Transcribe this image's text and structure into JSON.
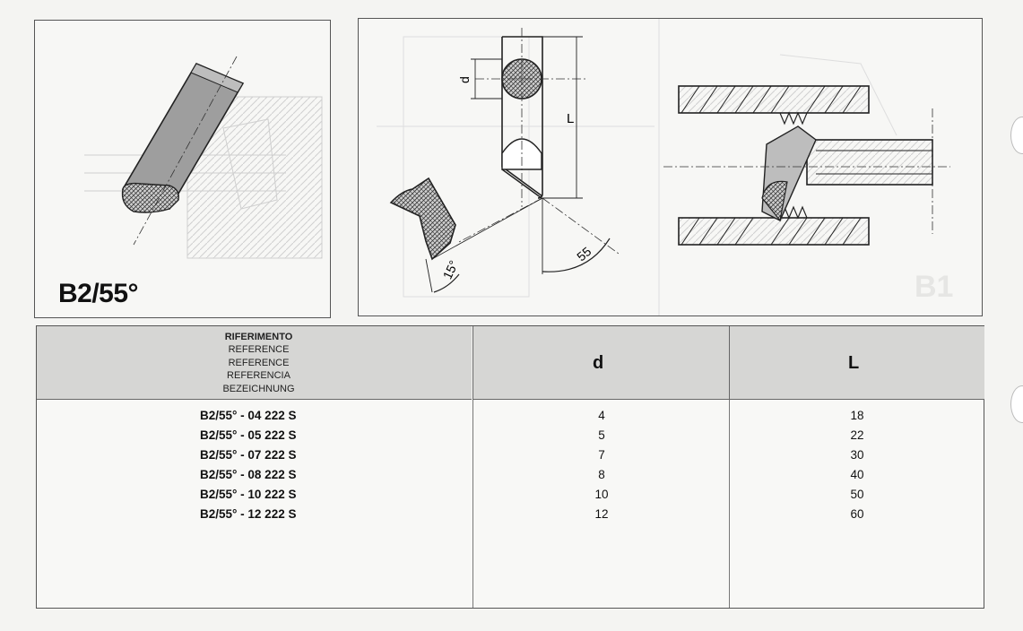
{
  "product": {
    "title": "B2/55°",
    "ghost_title": "B1"
  },
  "drawing": {
    "dim_d": "d",
    "dim_L": "L",
    "angle_55": "55",
    "angle_15": "15°"
  },
  "table": {
    "reference_labels": [
      "RIFERIMENTO",
      "REFERENCE",
      "REFERENCE",
      "REFERENCIA",
      "BEZEICHNUNG"
    ],
    "col_d": "d",
    "col_L": "L",
    "rows": [
      {
        "code": "B2/55° - 04  222 S",
        "d": "4",
        "L": "18"
      },
      {
        "code": "B2/55° - 05  222 S",
        "d": "5",
        "L": "22"
      },
      {
        "code": "B2/55° - 07  222 S",
        "d": "7",
        "L": "30"
      },
      {
        "code": "B2/55° - 08  222 S",
        "d": "8",
        "L": "40"
      },
      {
        "code": "B2/55° - 10  222 S",
        "d": "10",
        "L": "50"
      },
      {
        "code": "B2/55° - 12  222 S",
        "d": "12",
        "L": "60"
      }
    ]
  }
}
